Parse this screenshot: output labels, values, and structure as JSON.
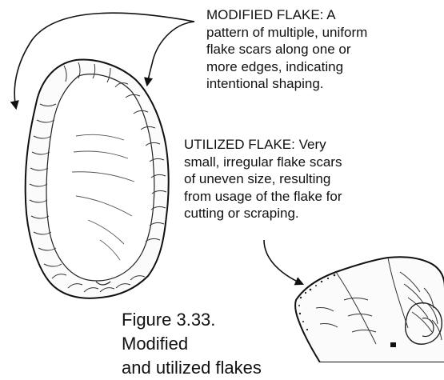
{
  "modified_flake": {
    "lines": [
      "MODIFIED FLAKE: A",
      "pattern of multiple, uniform",
      "flake scars along one or",
      "more edges, indicating",
      "intentional shaping."
    ]
  },
  "utilized_flake": {
    "lines": [
      "UTILIZED FLAKE: Very",
      "small, irregular flake scars",
      "of uneven size, resulting",
      "from usage of the flake for",
      "cutting or scraping."
    ]
  },
  "caption": {
    "line1": "Figure 3.33. Modified",
    "line2": "and utilized flakes"
  },
  "icons": {
    "modified": "modified-flake-illustration",
    "utilized": "utilized-flake-illustration",
    "arrows": [
      "curved-arrow-left",
      "curved-arrow-right",
      "curved-arrow-utilized"
    ]
  }
}
